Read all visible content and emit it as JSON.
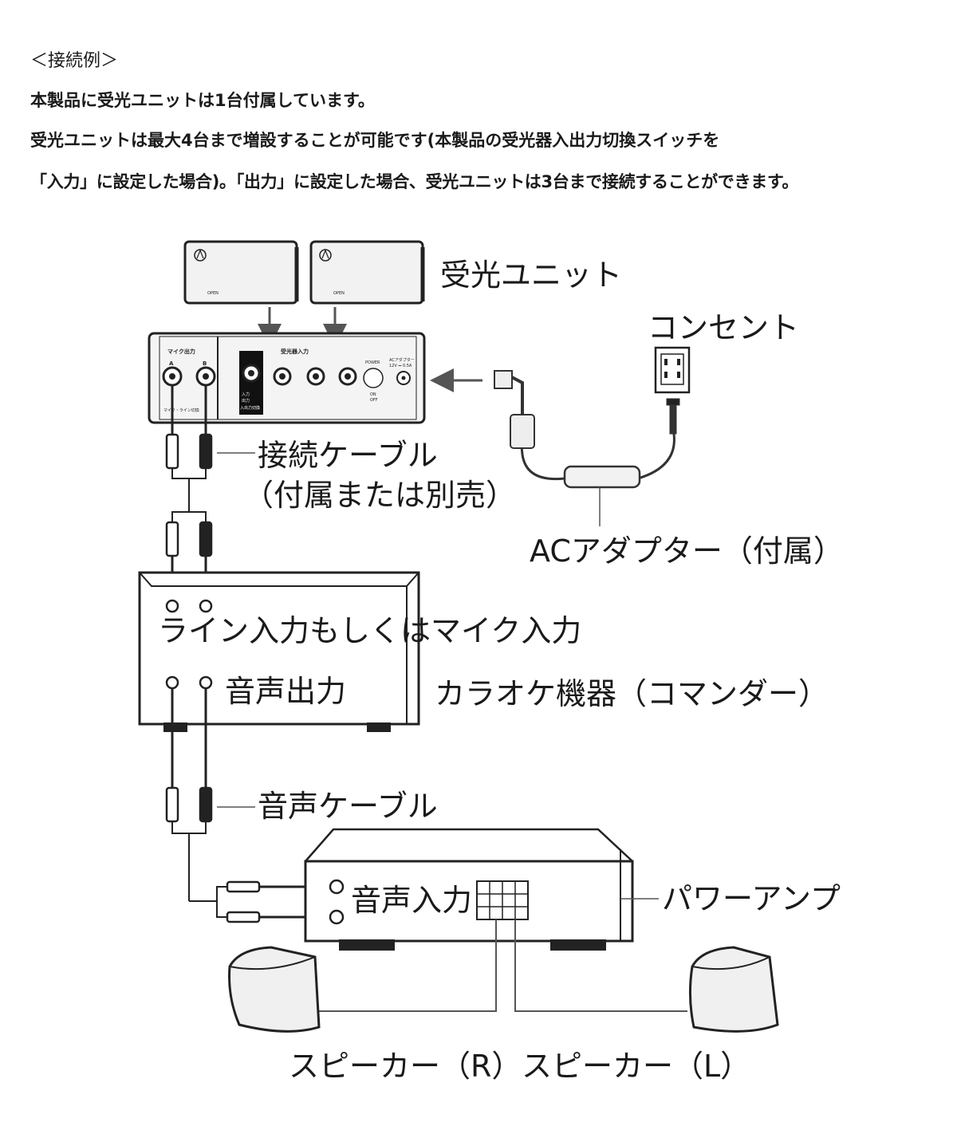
{
  "header": {
    "title": "＜接続例＞",
    "line1": "本製品に受光ユニットは1台付属しています。",
    "line2": "受光ユニットは最大4台まで増設することが可能です(本製品の受光器入出力切換スイッチを",
    "line3": "「入力」に設定した場合)。「出力」に設定した場合、受光ユニットは3台まで接続することができます。"
  },
  "labels": {
    "receiver_unit": "受光ユニット",
    "outlet": "コンセント",
    "connect_cable_1": "接続ケーブル",
    "connect_cable_2": "（付属または別売）",
    "ac_adapter": "ACアダプター（付属）",
    "line_mic_input": "ライン入力もしくはマイク入力",
    "audio_output": "音声出力",
    "karaoke": "カラオケ機器（コマンダー）",
    "audio_cable": "音声ケーブル",
    "audio_input": "音声入力",
    "power_amp": "パワーアンプ",
    "speaker_r": "スピーカー（R）",
    "speaker_l": "スピーカー（L）"
  },
  "unit_panel": {
    "open_label": "OPEN",
    "mic_out": "マイク出力",
    "jack_a": "A",
    "jack_b": "B",
    "receiver_in": "受光器入力",
    "power": "POWER",
    "ac_adapter_small": "ACアダプター",
    "dc_rating": "12V ⎓ 0.5A",
    "switch_in": "入力",
    "switch_out": "出力",
    "switch_name": "入出力切換",
    "on": "ON",
    "off": "OFF",
    "mic_line_switch": "マイク・ライン切換"
  }
}
